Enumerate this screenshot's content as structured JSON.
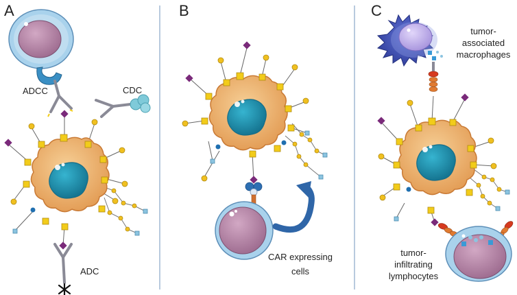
{
  "panels": [
    {
      "letter": "A",
      "labels": {
        "adcc": "ADCC",
        "cdc": "CDC",
        "adc": "ADC"
      }
    },
    {
      "letter": "B",
      "labels": {
        "car_line1": "CAR expressing",
        "car_line2": "cells"
      }
    },
    {
      "letter": "C",
      "labels": {
        "tam_line1": "tumor-",
        "tam_line2": "associated",
        "tam_line3": "macrophages",
        "til_line1": "tumor-",
        "til_line2": "infiltrating",
        "til_line3": "lymphocytes"
      }
    }
  ],
  "colors": {
    "tumor_body": "#e8a860",
    "tumor_edge": "#c97a35",
    "nucleus": "#1f8fae",
    "nucleus_edge": "#166d88",
    "effector_outer": "#9cc8e6",
    "effector_inner": "#b88aa8",
    "macrophage": "#3f4fb3",
    "macrophage_nucleus": "#b9a8e6",
    "antibody": "#8a8a96",
    "antigen_square": "#f2cc1a",
    "antigen_circle": "#f0c020",
    "antigen_diamond": "#7a2a7a",
    "antigen_small": "#8cc4e0",
    "divider": "#8aa6c9",
    "arrow": "#2f66a8",
    "complement": "#7fcad9",
    "receptor_red": "#d63a1f",
    "receptor_orange": "#e07a30",
    "receptor_blue": "#3a9ad6"
  }
}
